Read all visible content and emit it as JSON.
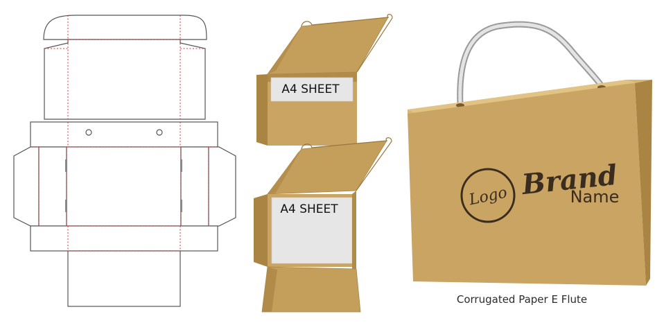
{
  "box_top_label": "A4 SHEET",
  "box_bottom_label": "A4 SHEET",
  "logo_text": "Logo",
  "brand_word": "Brand",
  "name_word": "Name",
  "caption": "Corrugated Paper E Flute",
  "colors": {
    "kraft_light": "#cca866",
    "kraft_mid": "#bf9a56",
    "kraft_dark": "#a98442",
    "kraft_edge": "#9a783c",
    "print_dark": "#3a2c1e",
    "cut_line": "#555555",
    "fold_line": "#e0303a",
    "sheet": "#e6e6e6",
    "rope": "#d8d8d8"
  }
}
